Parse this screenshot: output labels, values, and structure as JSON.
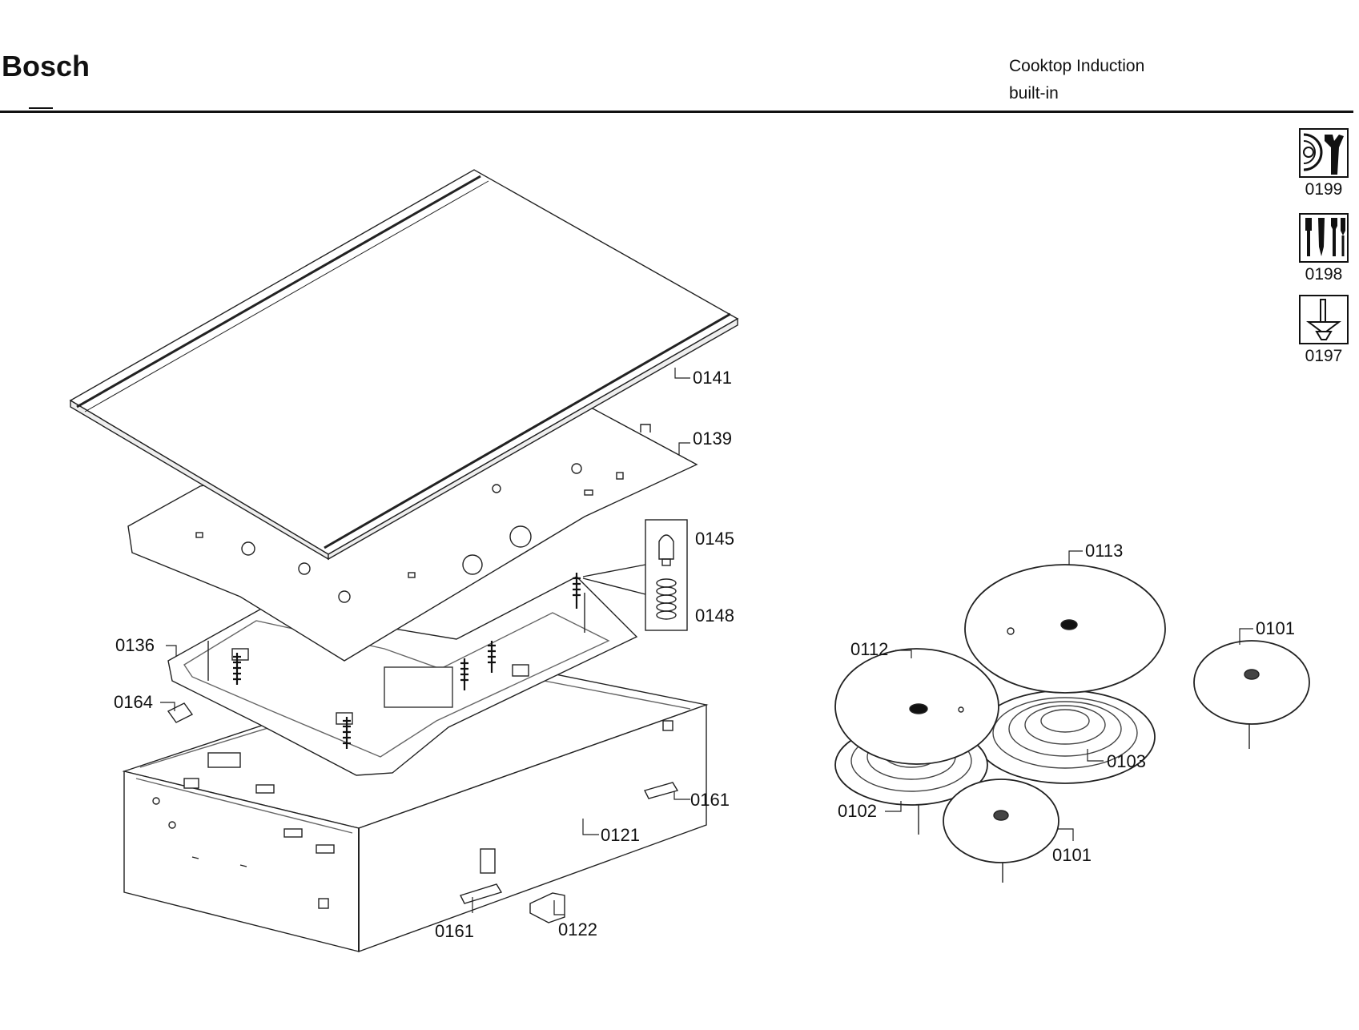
{
  "header": {
    "brand": "Bosch",
    "product_line1": "Cooktop Induction",
    "product_line2": "built-in"
  },
  "tools": [
    {
      "code": "0199",
      "icon": "wrench-disc-icon"
    },
    {
      "code": "0198",
      "icon": "tool-set-icon"
    },
    {
      "code": "0197",
      "icon": "pin-funnel-icon"
    }
  ],
  "parts": {
    "p0141": "0141",
    "p0139": "0139",
    "p0145": "0145",
    "p0148": "0148",
    "p0136": "0136",
    "p0164": "0164",
    "p0161a": "0161",
    "p0121": "0121",
    "p0161b": "0161",
    "p0122": "0122",
    "p0113": "0113",
    "p0112": "0112",
    "p0101a": "0101",
    "p0103": "0103",
    "p0102": "0102",
    "p0101b": "0101"
  }
}
